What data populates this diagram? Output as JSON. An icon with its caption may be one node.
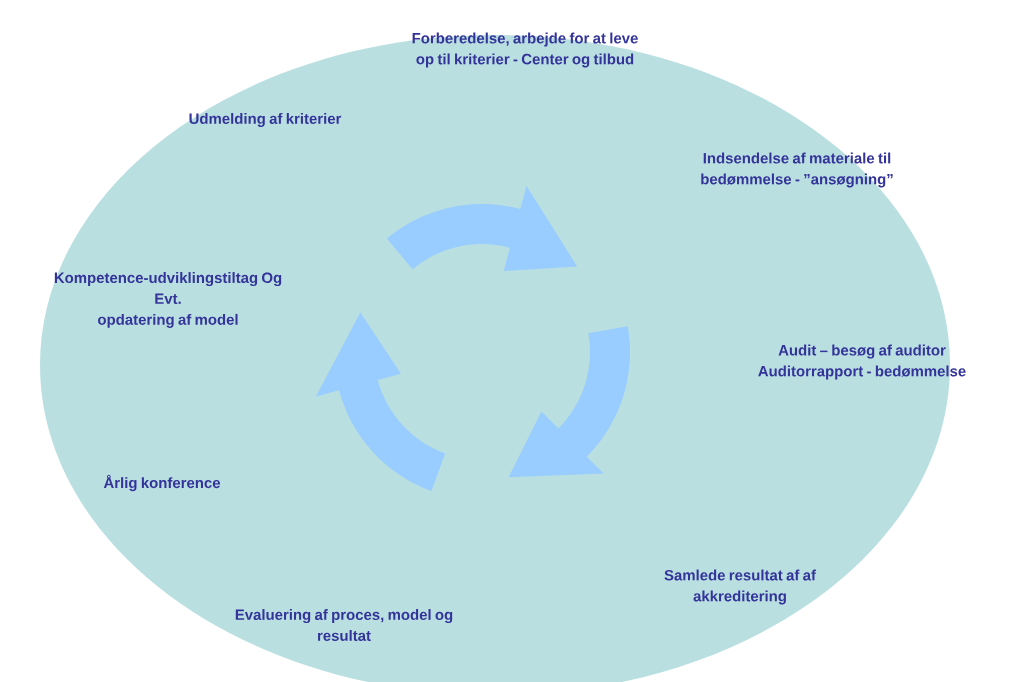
{
  "diagram": {
    "labels": [
      "Forberedelse, arbejde for at leve op til kriterier - Center og tilbud",
      "Udmelding af kriterier",
      "Indsendelse af materiale til bedømmelse - ”ansøgning”",
      "Kompetence-udviklingstiltag Og Evt. opdatering af model",
      "Audit – besøg af auditor Auditorrapport - bedømmelse",
      "Årlig konference",
      "Samlede resultat af af akkreditering",
      "Evaluering af proces, model og resultat"
    ]
  }
}
